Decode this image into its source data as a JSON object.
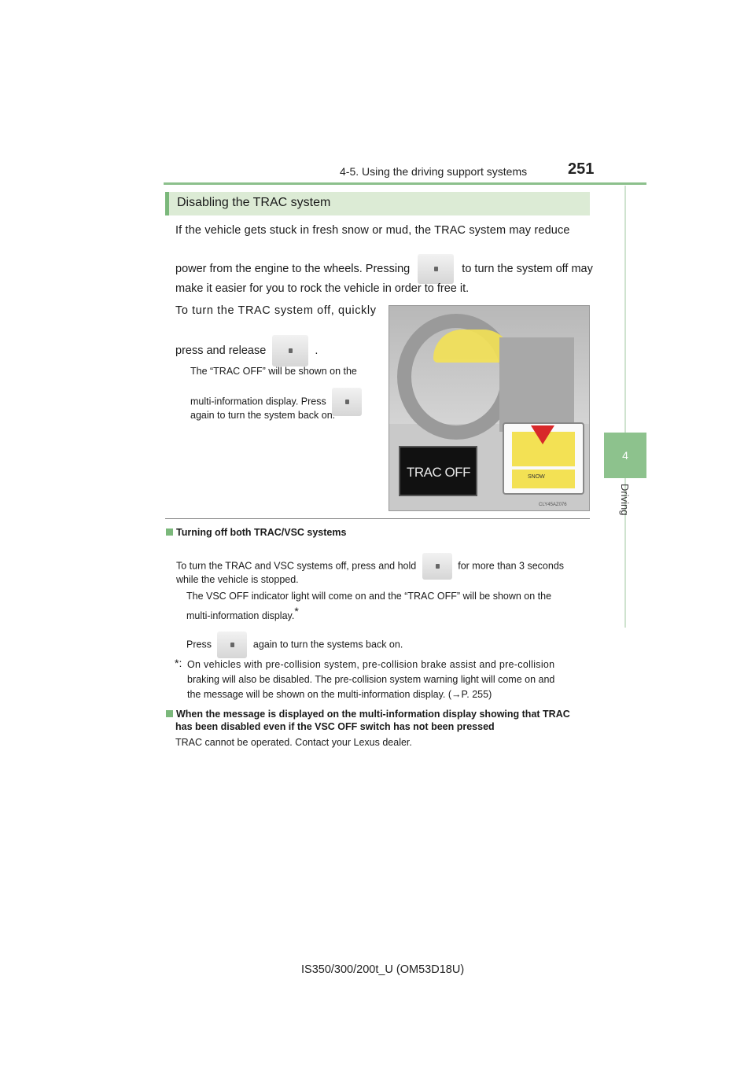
{
  "header": {
    "section": "4-5. Using the driving support systems",
    "page_number": "251"
  },
  "side_tab": {
    "number": "4",
    "label": "Driving"
  },
  "section_title": "Disabling the TRAC system",
  "intro": {
    "line1": "If the vehicle gets stuck in fresh snow or mud, the TRAC system may reduce",
    "line2a": "power from the engine to the wheels. Pressing",
    "line2b": "to turn the system off may",
    "line3": "make it easier for you to rock the vehicle in order to free it."
  },
  "turn_off": {
    "line1": "To turn the TRAC system off, quickly",
    "line2a": "press and release",
    "line2b": "."
  },
  "note1": {
    "line1": "The “TRAC OFF” will be shown on the",
    "line2": "multi-information display. Press",
    "line3": "again to turn the system back on."
  },
  "figure": {
    "screen_text": "TRAC OFF",
    "snow_label": "SNOW",
    "code": "CLY45AZ076"
  },
  "both_systems": {
    "heading": "Turning off both TRAC/VSC systems",
    "line1a": "To turn the TRAC and VSC systems off, press and hold",
    "line1b": "for more than 3 seconds",
    "line2": "while the vehicle is stopped.",
    "line3": "The VSC OFF indicator light will come on and the “TRAC OFF” will be shown on the",
    "line4": "multi-information display.",
    "star": "*",
    "line5a": "Press",
    "line5b": "again to turn the systems back on."
  },
  "footnote": {
    "mark": "*:",
    "line1": "On vehicles with pre-collision system, pre-collision brake assist and pre-collision",
    "line2": "braking will also be disabled. The pre-collision system warning light will come on and",
    "line3": "the message will be shown on the multi-information display. (→P. 255)"
  },
  "message_section": {
    "heading1": "When the message is displayed on the multi-information display showing that TRAC",
    "heading2": "has been disabled even if the VSC OFF switch has not been pressed",
    "body": "TRAC cannot be operated. Contact your Lexus dealer."
  },
  "footer": "IS350/300/200t_U (OM53D18U)"
}
